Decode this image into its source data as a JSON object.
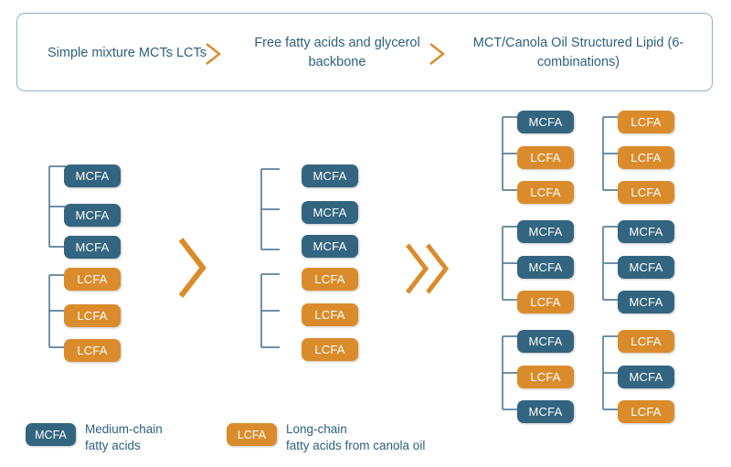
{
  "header": {
    "stages": [
      {
        "text": "Simple mixture\nMCTs\nLCTs"
      },
      {
        "text": "Free fatty acids and\nglycerol backbone"
      },
      {
        "text": "MCT/Canola Oil Structured Lipid\n(6-combinations)"
      }
    ],
    "chevron_color": "#da8c2c",
    "border_color": "#8fb3c7",
    "text_color": "#2d5f80"
  },
  "labels": {
    "mcfa": "MCFA",
    "lcfa": "LCFA"
  },
  "colors": {
    "mcfa": "#336580",
    "lcfa": "#da8c2c",
    "bracket": "#5a8099",
    "accent": "#da8c2c",
    "text": "#2d5f80"
  },
  "columns": {
    "left": {
      "groups": [
        {
          "name": "mct-triglyceride",
          "units": [
            "MCFA",
            "MCFA",
            "MCFA"
          ]
        },
        {
          "name": "lct-triglyceride",
          "units": [
            "LCFA",
            "LCFA",
            "LCFA"
          ]
        }
      ]
    },
    "middle": {
      "groups": [
        {
          "name": "cleaved-mcfa-group",
          "units": [
            "MCFA",
            "MCFA",
            "MCFA"
          ]
        },
        {
          "name": "cleaved-lcfa-group",
          "units": [
            "LCFA",
            "LCFA",
            "LCFA"
          ]
        }
      ]
    },
    "right": {
      "combinations": [
        {
          "index": 1,
          "units": [
            "MCFA",
            "LCFA",
            "LCFA"
          ]
        },
        {
          "index": 2,
          "units": [
            "LCFA",
            "LCFA",
            "LCFA"
          ]
        },
        {
          "index": 3,
          "units": [
            "MCFA",
            "MCFA",
            "LCFA"
          ]
        },
        {
          "index": 4,
          "units": [
            "MCFA",
            "MCFA",
            "MCFA"
          ]
        },
        {
          "index": 5,
          "units": [
            "MCFA",
            "LCFA",
            "MCFA"
          ]
        },
        {
          "index": 6,
          "units": [
            "LCFA",
            "MCFA",
            "LCFA"
          ]
        }
      ]
    }
  },
  "legend": [
    {
      "swatch": "MCFA",
      "type": "mcfa",
      "text": "Medium-chain\nfatty acids"
    },
    {
      "swatch": "LCFA",
      "type": "lcfa",
      "text": "Long-chain\nfatty acids from canola oil"
    }
  ]
}
